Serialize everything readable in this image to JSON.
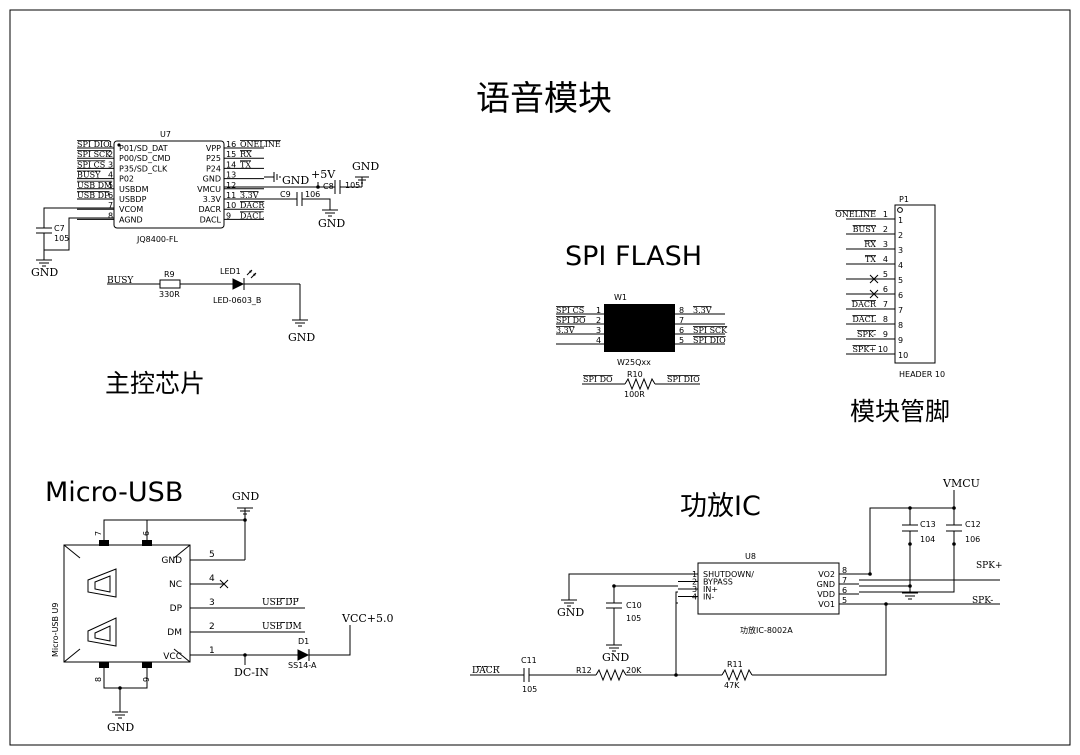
{
  "titles": {
    "voice_module": "语音模块",
    "main_chip": "主控芯片",
    "spi_flash": "SPI FLASH",
    "module_pins": "模块管脚",
    "micro_usb": "Micro-USB",
    "amp_ic": "功放IC"
  },
  "u7": {
    "ref": "U7",
    "part": "JQ8400-FL",
    "left_pins": [
      {
        "net": "SPI DIO",
        "num": "1",
        "name": "P01/SD_DAT"
      },
      {
        "net": "SPI SCK",
        "num": "2",
        "name": "P00/SD_CMD"
      },
      {
        "net": "SPI CS",
        "num": "3",
        "name": "P35/SD_CLK"
      },
      {
        "net": "BUSY",
        "num": "4",
        "name": "P02"
      },
      {
        "net": "USB DM",
        "num": "5",
        "name": "USBDM"
      },
      {
        "net": "USB DP",
        "num": "6",
        "name": "USBDP"
      },
      {
        "net": "",
        "num": "7",
        "name": "VCOM"
      },
      {
        "net": "",
        "num": "8",
        "name": "AGND"
      }
    ],
    "right_pins": [
      {
        "num": "16",
        "name": "VPP",
        "net": "ONELINE"
      },
      {
        "num": "15",
        "name": "P25",
        "net": "RX"
      },
      {
        "num": "14",
        "name": "P24",
        "net": "TX"
      },
      {
        "num": "13",
        "name": "GND",
        "net": ""
      },
      {
        "num": "12",
        "name": "VMCU",
        "net": ""
      },
      {
        "num": "11",
        "name": "3.3V",
        "net": "3.3V"
      },
      {
        "num": "10",
        "name": "DACR",
        "net": "DACR"
      },
      {
        "num": "9",
        "name": "DACL",
        "net": "DACL"
      }
    ]
  },
  "c7": {
    "ref": "C7",
    "value": "105"
  },
  "c9": {
    "ref": "C9",
    "value": "106"
  },
  "c8": {
    "ref": "C8",
    "value": "105"
  },
  "net_labels": {
    "gnd": "GND",
    "plus5v": "+5V",
    "busy": "BUSY",
    "spi_do": "SPI DO",
    "spi_dio": "SPI DIO",
    "usb_dp": "USB DP",
    "usb_dm": "USB DM",
    "vcc5": "VCC+5.0",
    "dc_in": "DC-IN",
    "dacr": "DACR",
    "vmcu": "VMCU",
    "spk_plus": "SPK+",
    "spk_minus": "SPK-"
  },
  "r9": {
    "ref": "R9",
    "value": "330R"
  },
  "led1": {
    "ref": "LED1",
    "value": "LED-0603_B"
  },
  "w1": {
    "ref": "W1",
    "part": "W25Qxx",
    "left_pins": [
      {
        "num": "1",
        "net": "SPI CS"
      },
      {
        "num": "2",
        "net": "SPI DO"
      },
      {
        "num": "3",
        "net": "3.3V"
      },
      {
        "num": "4",
        "net": ""
      }
    ],
    "right_pins": [
      {
        "num": "8",
        "net": "3.3V"
      },
      {
        "num": "7",
        "net": ""
      },
      {
        "num": "6",
        "net": "SPI SCK"
      },
      {
        "num": "5",
        "net": "SPI DIO"
      }
    ]
  },
  "r10": {
    "ref": "R10",
    "value": "100R"
  },
  "p1": {
    "ref": "P1",
    "part": "HEADER 10",
    "pins": [
      {
        "num": "1",
        "net": "ONELINE"
      },
      {
        "num": "2",
        "net": "BUSY"
      },
      {
        "num": "3",
        "net": "RX"
      },
      {
        "num": "4",
        "net": "TX"
      },
      {
        "num": "5",
        "net": ""
      },
      {
        "num": "6",
        "net": ""
      },
      {
        "num": "7",
        "net": "DACR"
      },
      {
        "num": "8",
        "net": "DACL"
      },
      {
        "num": "9",
        "net": "SPK-"
      },
      {
        "num": "10",
        "net": "SPK+"
      }
    ]
  },
  "u9": {
    "label": "Micro-USB   U9",
    "pins": [
      {
        "num": "5",
        "name": "GND"
      },
      {
        "num": "4",
        "name": "NC"
      },
      {
        "num": "3",
        "name": "DP"
      },
      {
        "num": "2",
        "name": "DM"
      },
      {
        "num": "1",
        "name": "VCC"
      }
    ],
    "tab_pins": [
      "7",
      "6",
      "8",
      "9"
    ]
  },
  "d1": {
    "ref": "D1",
    "value": "SS14-A"
  },
  "u8": {
    "ref": "U8",
    "part": "功放IC-8002A",
    "left_pins": [
      {
        "num": "1",
        "name": "SHUTDOWN/"
      },
      {
        "num": "2",
        "name": "BYPASS"
      },
      {
        "num": "3",
        "name": "IN+"
      },
      {
        "num": "4",
        "name": "IN-"
      }
    ],
    "right_pins": [
      {
        "num": "8",
        "name": "VO2"
      },
      {
        "num": "7",
        "name": "GND"
      },
      {
        "num": "6",
        "name": "VDD"
      },
      {
        "num": "5",
        "name": "VO1"
      }
    ]
  },
  "c10": {
    "ref": "C10",
    "value": "105"
  },
  "c11": {
    "ref": "C11",
    "value": "105"
  },
  "c12": {
    "ref": "C12",
    "value": "106"
  },
  "c13": {
    "ref": "C13",
    "value": "104"
  },
  "r11": {
    "ref": "R11",
    "value": "47K"
  },
  "r12": {
    "ref": "R12",
    "value": "20K"
  }
}
